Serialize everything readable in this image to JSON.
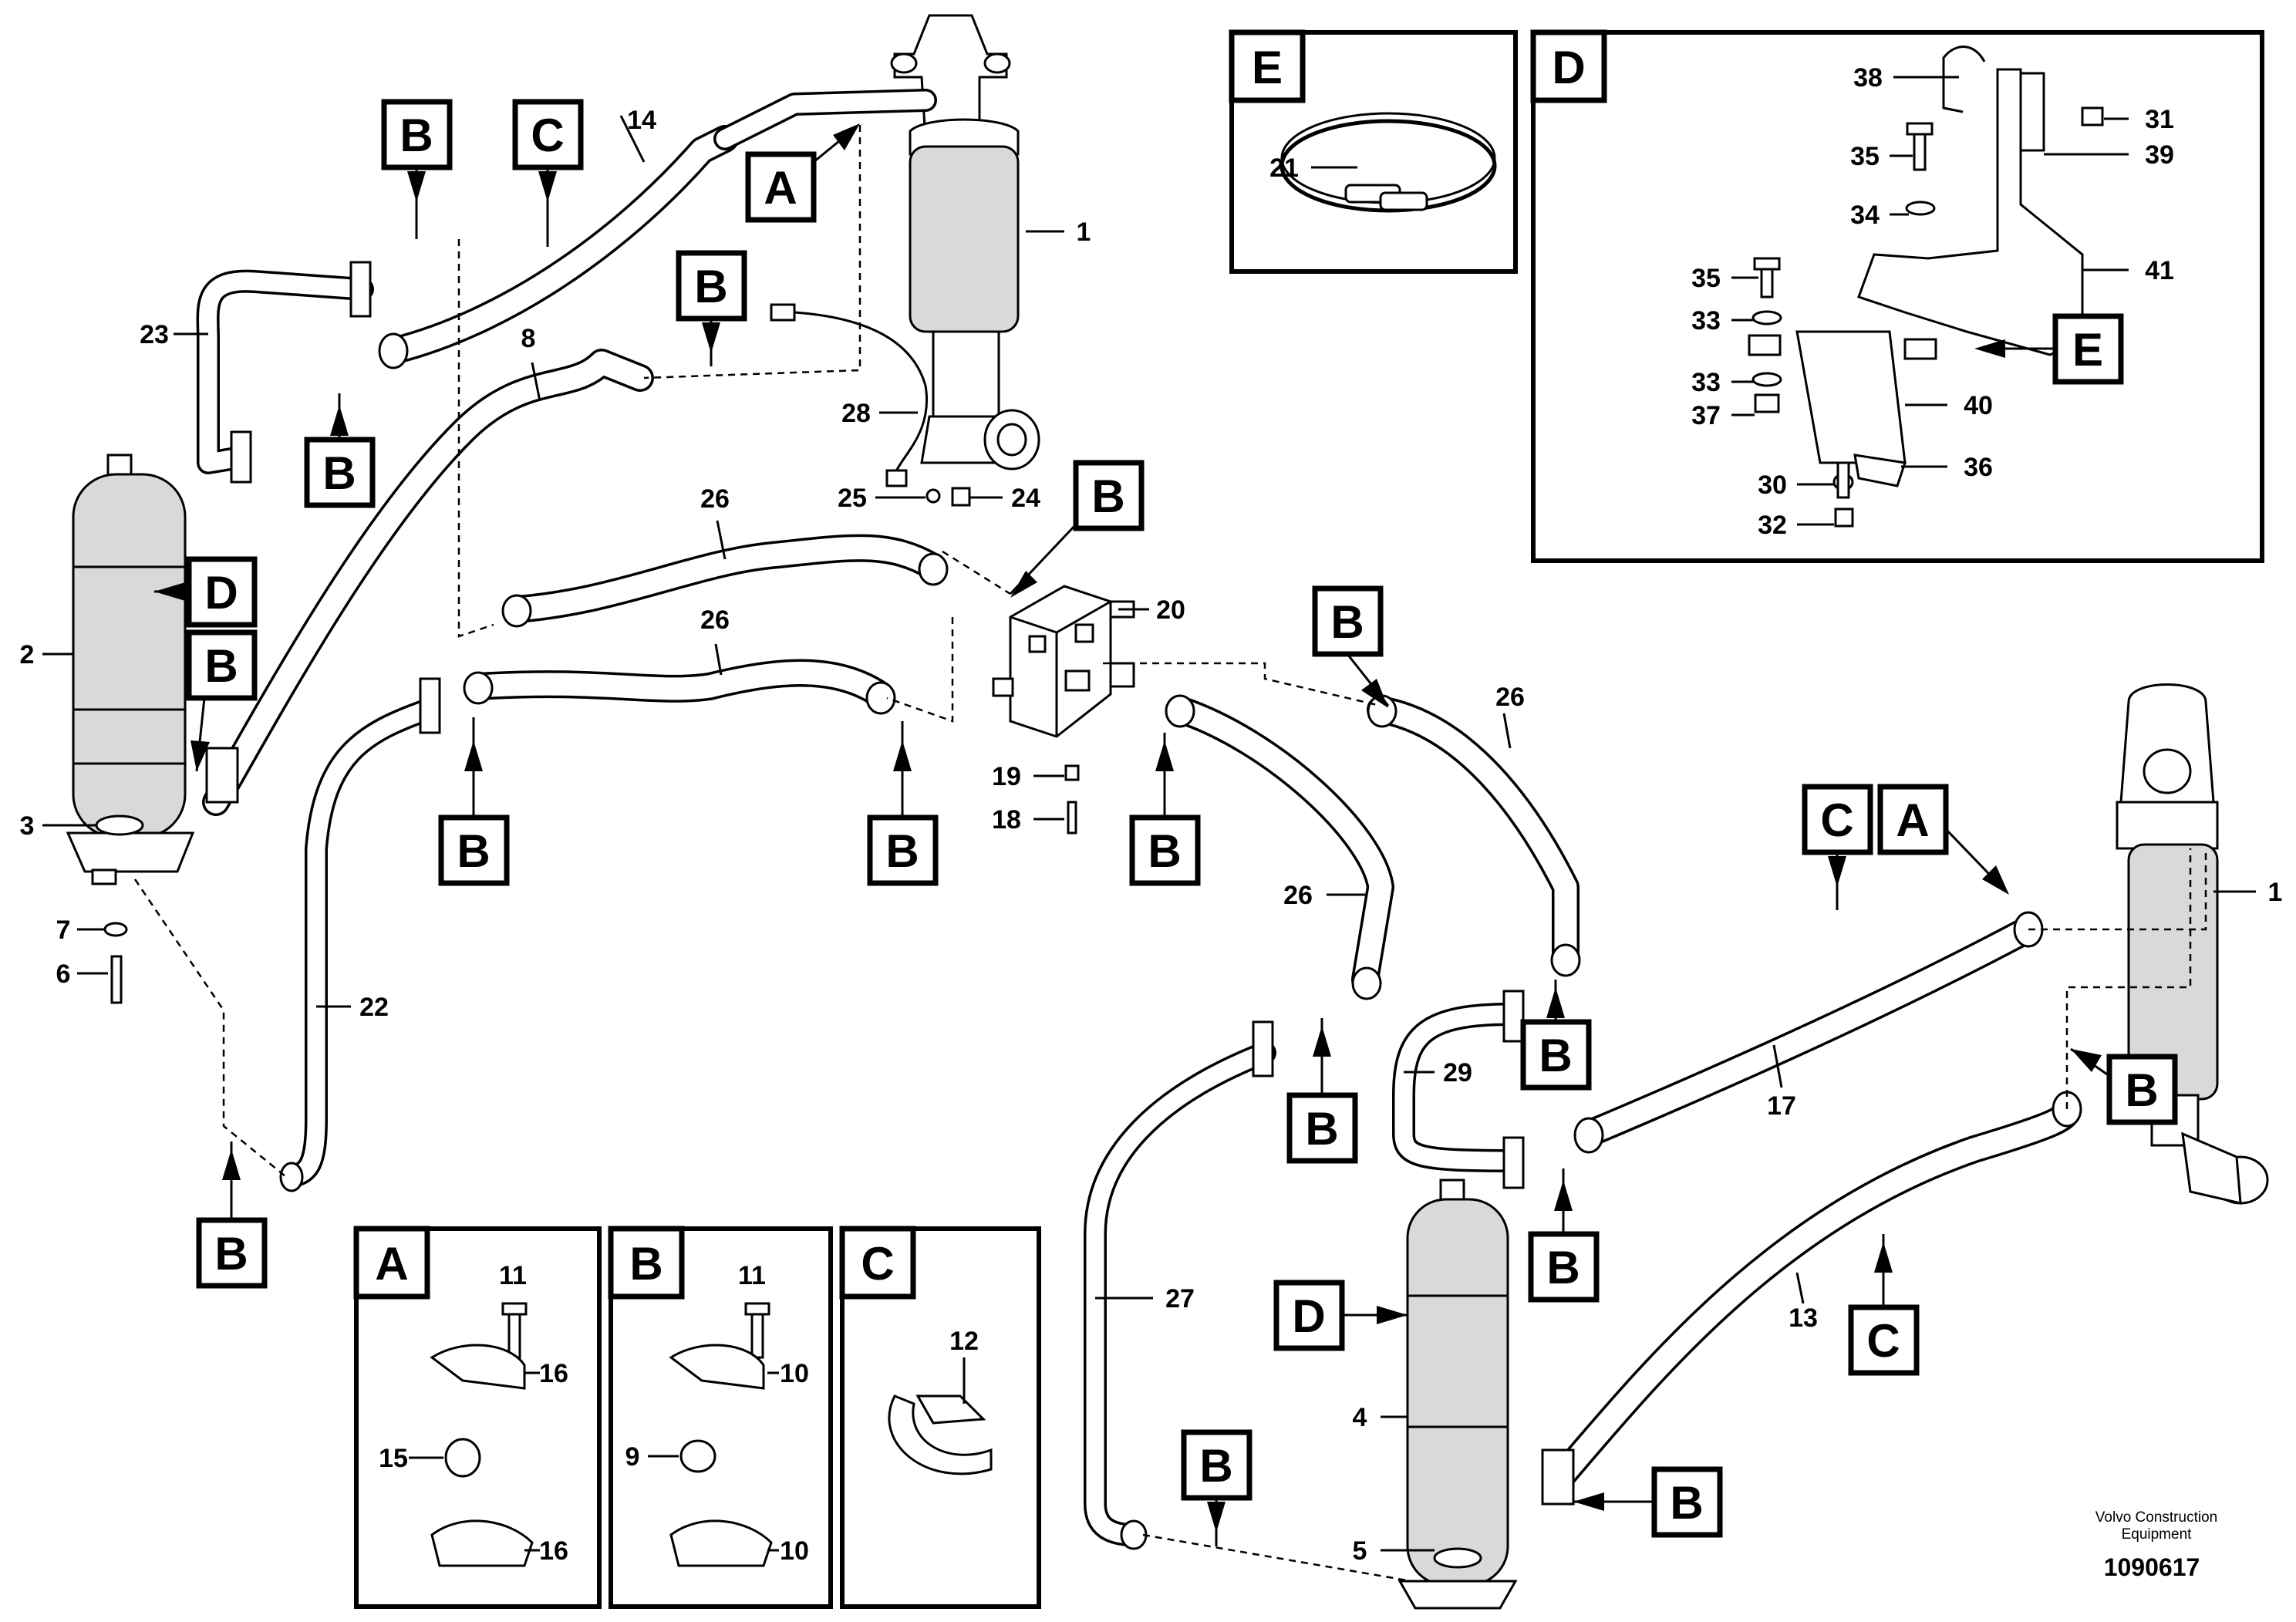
{
  "callout_letters": {
    "a": "A",
    "b": "B",
    "c": "C",
    "d": "D",
    "e": "E"
  },
  "part_numbers": {
    "p1": "1",
    "p2": "2",
    "p3": "3",
    "p4": "4",
    "p5": "5",
    "p6": "6",
    "p7": "7",
    "p8": "8",
    "p9": "9",
    "p10": "10",
    "p11": "11",
    "p12": "12",
    "p13": "13",
    "p14": "14",
    "p15": "15",
    "p16": "16",
    "p17": "17",
    "p18": "18",
    "p19": "19",
    "p20": "20",
    "p21": "21",
    "p22": "22",
    "p23": "23",
    "p24": "24",
    "p25": "25",
    "p26": "26",
    "p27": "27",
    "p28": "28",
    "p29": "29",
    "p30": "30",
    "p31": "31",
    "p32": "32",
    "p33": "33",
    "p34": "34",
    "p35": "35",
    "p36": "36",
    "p37": "37",
    "p38": "38",
    "p39": "39",
    "p40": "40",
    "p41": "41"
  },
  "footer": {
    "credit_line1": "Volvo Construction",
    "credit_line2": "Equipment",
    "drawing_number": "1090617"
  }
}
